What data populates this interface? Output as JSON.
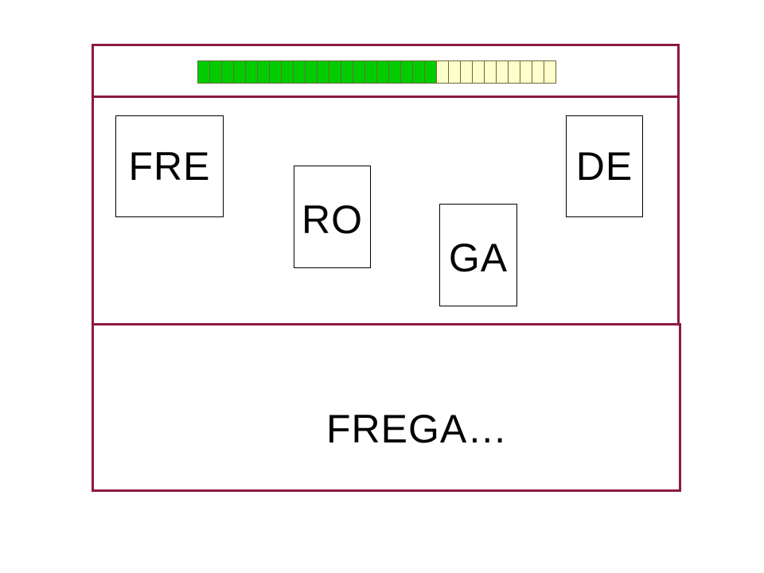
{
  "progress": {
    "filled_segments": 20,
    "total_segments": 30,
    "filled_color": "#00cc00",
    "empty_color": "#ffffcc"
  },
  "cards": [
    {
      "id": "card-fre",
      "label": "FRE"
    },
    {
      "id": "card-ro",
      "label": "RO"
    },
    {
      "id": "card-ga",
      "label": "GA"
    },
    {
      "id": "card-de",
      "label": "DE"
    }
  ],
  "answer": {
    "text": "FREGA…"
  },
  "colors": {
    "panel_border": "#8b1a3c"
  }
}
